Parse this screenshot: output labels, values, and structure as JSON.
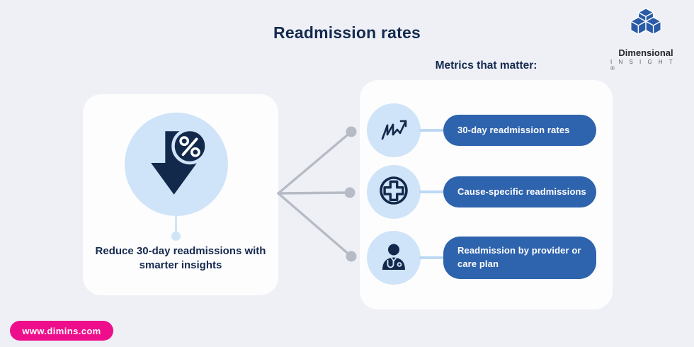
{
  "title": "Readmission rates",
  "logo": {
    "name": "Dimensional",
    "sub": "I N S I G H T ®",
    "icon": "stacked-cubes-logo"
  },
  "left_card": {
    "icon": "downward-arrow-percent-icon",
    "caption": "Reduce 30-day readmissions with smarter insights"
  },
  "metrics": {
    "heading": "Metrics that matter:",
    "items": [
      {
        "icon": "trend-chart-icon",
        "label": "30-day readmission rates"
      },
      {
        "icon": "medical-cross-icon",
        "label": "Cause-specific readmissions"
      },
      {
        "icon": "doctor-icon",
        "label": "Readmission by provider or care plan"
      }
    ]
  },
  "footer": {
    "website": "www.dimins.com"
  },
  "colors": {
    "background": "#eef0f6",
    "card": "#fdfdfe",
    "navy": "#152a4e",
    "icon_navy": "#13294b",
    "light_blue_circle": "#cfe4f8",
    "pill_blue": "#2e63ad",
    "connector_gray": "#b6bbc5",
    "connector_light_blue": "#bdd8f3",
    "magenta": "#ee0e8c",
    "logo_blue": "#2a5ba7"
  }
}
